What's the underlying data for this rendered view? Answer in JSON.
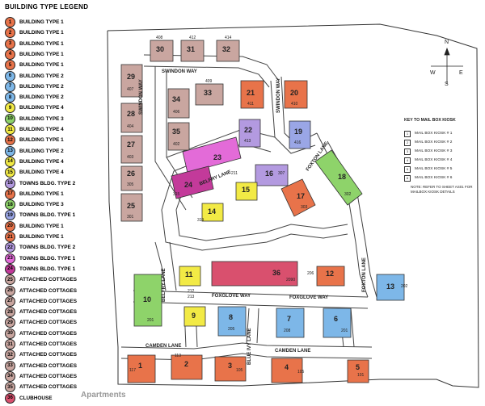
{
  "legend": {
    "title": "BUILDING TYPE LEGEND",
    "items": [
      {
        "n": "1",
        "label": "BUILDING TYPE  1",
        "color": "#e8734a"
      },
      {
        "n": "2",
        "label": "BUILDING TYPE  1",
        "color": "#e8734a"
      },
      {
        "n": "3",
        "label": "BUILDING TYPE  1",
        "color": "#e8734a"
      },
      {
        "n": "4",
        "label": "BUILDING TYPE  1",
        "color": "#e8734a"
      },
      {
        "n": "5",
        "label": "BUILDING TYPE  1",
        "color": "#e8734a"
      },
      {
        "n": "6",
        "label": "BUILDING TYPE  2",
        "color": "#7db7e8"
      },
      {
        "n": "7",
        "label": "BUILDING TYPE  2",
        "color": "#7db7e8"
      },
      {
        "n": "8",
        "label": "BUILDING TYPE  2",
        "color": "#7db7e8"
      },
      {
        "n": "9",
        "label": "BUILDING TYPE  4",
        "color": "#f2ea45"
      },
      {
        "n": "10",
        "label": "BUILDING TYPE  3",
        "color": "#8ed36a"
      },
      {
        "n": "11",
        "label": "BUILDING TYPE  4",
        "color": "#f2ea45"
      },
      {
        "n": "12",
        "label": "BUILDING TYPE  1",
        "color": "#e8734a"
      },
      {
        "n": "13",
        "label": "BUILDING TYPE  2",
        "color": "#7db7e8"
      },
      {
        "n": "14",
        "label": "BUILDING TYPE  4",
        "color": "#f2ea45"
      },
      {
        "n": "15",
        "label": "BUILDING TYPE  4",
        "color": "#f2ea45"
      },
      {
        "n": "16",
        "label": "TOWNS BLDG. TYPE  2",
        "color": "#b39ae0"
      },
      {
        "n": "17",
        "label": "BUILDING TYPE  1",
        "color": "#e8734a"
      },
      {
        "n": "18",
        "label": "BUILDING TYPE  3",
        "color": "#8ed36a"
      },
      {
        "n": "19",
        "label": "TOWNS BLDG. TYPE  1",
        "color": "#9aa6e6"
      },
      {
        "n": "20",
        "label": "BUILDING TYPE  1",
        "color": "#e8734a"
      },
      {
        "n": "21",
        "label": "BUILDING TYPE  1",
        "color": "#e8734a"
      },
      {
        "n": "22",
        "label": "TOWNS BLDG. TYPE  2",
        "color": "#b39ae0"
      },
      {
        "n": "23",
        "label": "TOWNS BLDG. TYPE  1",
        "color": "#e36bd8"
      },
      {
        "n": "24",
        "label": "TOWNS BLDG. TYPE  1",
        "color": "#c33a9a"
      },
      {
        "n": "25",
        "label": "ATTACHED COTTAGES",
        "color": "#c9a6a0"
      },
      {
        "n": "26",
        "label": "ATTACHED COTTAGES",
        "color": "#c9a6a0"
      },
      {
        "n": "27",
        "label": "ATTACHED COTTAGES",
        "color": "#c9a6a0"
      },
      {
        "n": "28",
        "label": "ATTACHED COTTAGES",
        "color": "#c9a6a0"
      },
      {
        "n": "29",
        "label": "ATTACHED COTTAGES",
        "color": "#c9a6a0"
      },
      {
        "n": "30",
        "label": "ATTACHED COTTAGES",
        "color": "#c9a6a0"
      },
      {
        "n": "31",
        "label": "ATTACHED COTTAGES",
        "color": "#c9a6a0"
      },
      {
        "n": "32",
        "label": "ATTACHED COTTAGES",
        "color": "#c9a6a0"
      },
      {
        "n": "33",
        "label": "ATTACHED COTTAGES",
        "color": "#c9a6a0"
      },
      {
        "n": "34",
        "label": "ATTACHED COTTAGES",
        "color": "#c9a6a0"
      },
      {
        "n": "35",
        "label": "ATTACHED COTTAGES",
        "color": "#c9a6a0"
      },
      {
        "n": "36",
        "label": "CLUBHOUSE",
        "color": "#d9506e"
      }
    ]
  },
  "streets": {
    "swindon_way_top": "SWINDON WAY",
    "swindon_way_left": "SWINDON WAY",
    "swindon_way_right": "SWINDON WAY",
    "belfry_lane_upper": "BELFRY LANE",
    "belfry_lane_lower": "BELFRY LANE",
    "foxton_lane_upper": "FOXTON LANE",
    "foxton_lane_lower": "FOXTON LANE",
    "foxglove_way_left": "FOXGLOVE WAY",
    "foxglove_way_right": "FOXGLOVE WAY",
    "camden_lane_left": "CAMDEN LANE",
    "camden_lane_right": "CAMDEN LANE",
    "blue_ivy_lane": "BLUE IVY LANE"
  },
  "buildings": [
    {
      "n": "30",
      "addr": "408",
      "color": "#c9a6a0"
    },
    {
      "n": "31",
      "addr": "412",
      "color": "#c9a6a0"
    },
    {
      "n": "32",
      "addr": "414",
      "color": "#c9a6a0"
    },
    {
      "n": "29",
      "addr": "407",
      "color": "#c9a6a0"
    },
    {
      "n": "34",
      "addr": "406",
      "color": "#c9a6a0"
    },
    {
      "n": "33",
      "addr": "409",
      "color": "#c9a6a0"
    },
    {
      "n": "28",
      "addr": "404",
      "color": "#c9a6a0"
    },
    {
      "n": "35",
      "addr": "402",
      "color": "#c9a6a0"
    },
    {
      "n": "27",
      "addr": "403",
      "color": "#c9a6a0"
    },
    {
      "n": "26",
      "addr": "305",
      "color": "#c9a6a0"
    },
    {
      "n": "25",
      "addr": "301",
      "color": "#c9a6a0"
    },
    {
      "n": "21",
      "addr": "411",
      "color": "#e8734a"
    },
    {
      "n": "20",
      "addr": "410",
      "color": "#e8734a"
    },
    {
      "n": "22",
      "addr": "413",
      "color": "#b39ae0"
    },
    {
      "n": "19",
      "addr": "416",
      "color": "#9aa6e6"
    },
    {
      "n": "23",
      "addr": "",
      "color": "#e36bd8"
    },
    {
      "n": "24",
      "addr": "315",
      "color": "#c33a9a"
    },
    {
      "n": "16",
      "addr": "307",
      "color": "#b39ae0"
    },
    {
      "n": "18",
      "addr": "302",
      "color": "#8ed36a"
    },
    {
      "n": "15",
      "addr": "",
      "color": "#f2ea45"
    },
    {
      "n": "17",
      "addr": "303",
      "color": "#e8734a"
    },
    {
      "n": "14",
      "addr": "",
      "color": "#f2ea45"
    },
    {
      "n": "11",
      "addr": "",
      "color": "#f2ea45"
    },
    {
      "n": "36",
      "addr": "2090",
      "color": "#d9506e"
    },
    {
      "n": "12",
      "addr": "206",
      "color": "#e8734a"
    },
    {
      "n": "13",
      "addr": "202",
      "color": "#7db7e8"
    },
    {
      "n": "10",
      "addr": "201",
      "color": "#8ed36a"
    },
    {
      "n": "9",
      "addr": "",
      "color": "#f2ea45"
    },
    {
      "n": "8",
      "addr": "205",
      "color": "#7db7e8"
    },
    {
      "n": "7",
      "addr": "208",
      "color": "#7db7e8"
    },
    {
      "n": "6",
      "addr": "201",
      "color": "#7db7e8"
    },
    {
      "n": "1",
      "addr": "117",
      "color": "#e8734a"
    },
    {
      "n": "2",
      "addr": "113",
      "color": "#e8734a"
    },
    {
      "n": "3",
      "addr": "105",
      "color": "#e8734a"
    },
    {
      "n": "4",
      "addr": "105",
      "color": "#e8734a"
    },
    {
      "n": "5",
      "addr": "101",
      "color": "#e8734a"
    }
  ],
  "street_numbers": {
    "n_211": "211",
    "n_319": "319",
    "n_212": "212",
    "n_213": "213"
  },
  "compass": {
    "n": "N",
    "s": "S",
    "e": "E",
    "w": "W"
  },
  "key": {
    "title": "KEY TO MAIL BOX KIOSK",
    "items": [
      {
        "n": "1",
        "label": "MAIL BOX KIOSK # 1"
      },
      {
        "n": "2",
        "label": "MAIL BOX KIOSK # 2"
      },
      {
        "n": "3",
        "label": "MAIL BOX KIOSK # 3"
      },
      {
        "n": "4",
        "label": "MAIL BOX KIOSK # 4"
      },
      {
        "n": "5",
        "label": "MAIL BOX KIOSK # 5"
      },
      {
        "n": "6",
        "label": "MAIL BOX KIOSK # 6"
      }
    ],
    "note": "NOTE: REFER TO SHEET AS01 FOR MAILBOX KIOSK DETAILS"
  },
  "photo_credit": "Apartments"
}
